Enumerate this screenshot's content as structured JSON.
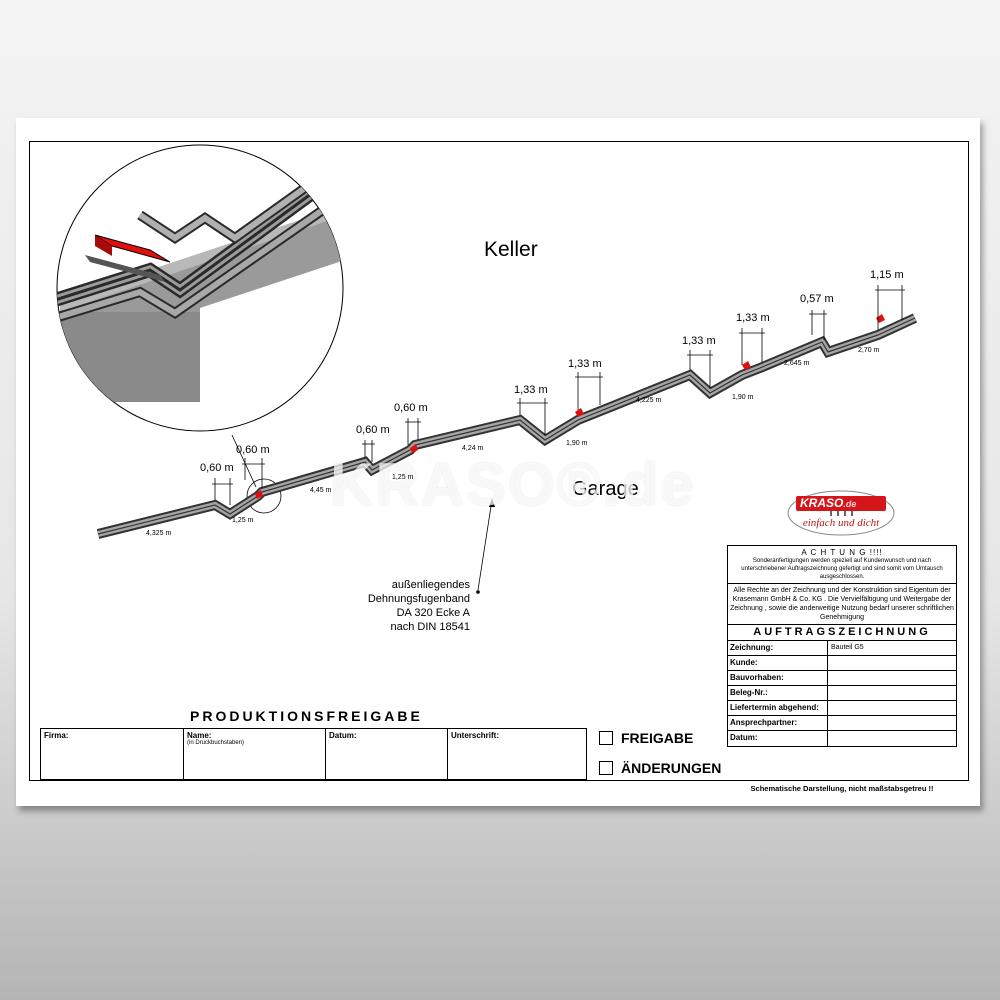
{
  "labels": {
    "keller": "Keller",
    "garage": "Garage",
    "watermark": "KRASO®.de"
  },
  "annotation": {
    "line1": "außenliegendes",
    "line2": "Dehnungsfugenband",
    "line3": "DA 320 Ecke A",
    "line4": "nach DIN 18541"
  },
  "dimensions": {
    "d1": "0,60 m",
    "d2": "0,60 m",
    "d3": "0,60 m",
    "d4": "0,60 m",
    "d5": "1,33 m",
    "d6": "1,33 m",
    "d7": "1,33 m",
    "d8": "1,33 m",
    "d9": "0,57 m",
    "d10": "1,15 m"
  },
  "lengths": {
    "l1": "4,325 m",
    "l2": "1,25 m",
    "l3": "4,45 m",
    "l4": "1,25 m",
    "l5": "4,24 m",
    "l6": "1,90 m",
    "l7": "4,225 m",
    "l8": "1,90 m",
    "l9": "2,645 m",
    "l10": "2,70 m"
  },
  "logo": {
    "brand": "KRASO",
    "tld": ".de",
    "slogan": "einfach und dicht"
  },
  "production": {
    "title": "PRODUKTIONSFREIGABE",
    "firma": "Firma:",
    "name": "Name:",
    "name_hint": "(in Druckbuchstaben)",
    "datum": "Datum:",
    "unterschrift": "Unterschrift:",
    "freigabe": "FREIGABE",
    "aenderungen": "ÄNDERUNGEN"
  },
  "titleblock": {
    "achtung_head": "A C H T U N G !!!!",
    "achtung_text": "Sonderanfertigungen werden speziell auf Kundenwunsch und nach unterschriebener Auftragszeichnung gefertigt und sind somit vom Umtausch ausgeschlossen.",
    "rights_text": "Alle Rechte an der Zeichnung und der Konstruktion sind Eigentum der Krasemann GmbH & Co. KG . Die Vervielfältigung und Weitergabe der Zeichnung , sowie die anderweitige Nutzung bedarf unserer schriftlichen Genehmigung",
    "heading": "AUFTRAGSZEICHNUNG",
    "rows": [
      {
        "key": "Zeichnung:",
        "value": "Bauteil G5"
      },
      {
        "key": "Kunde:",
        "value": ""
      },
      {
        "key": "Bauvorhaben:",
        "value": ""
      },
      {
        "key": "Beleg-Nr.:",
        "value": ""
      },
      {
        "key": "Liefertermin abgehend:",
        "value": ""
      },
      {
        "key": "Ansprechpartner:",
        "value": ""
      },
      {
        "key": "Datum:",
        "value": ""
      }
    ],
    "footer": "Schematische Darstellung, nicht maßstabsgetreu !!"
  },
  "colors": {
    "band_gray": "#8f8f8f",
    "band_dark": "#3a3a3a",
    "accent_red": "#e01010",
    "logo_red": "#d4161a"
  }
}
